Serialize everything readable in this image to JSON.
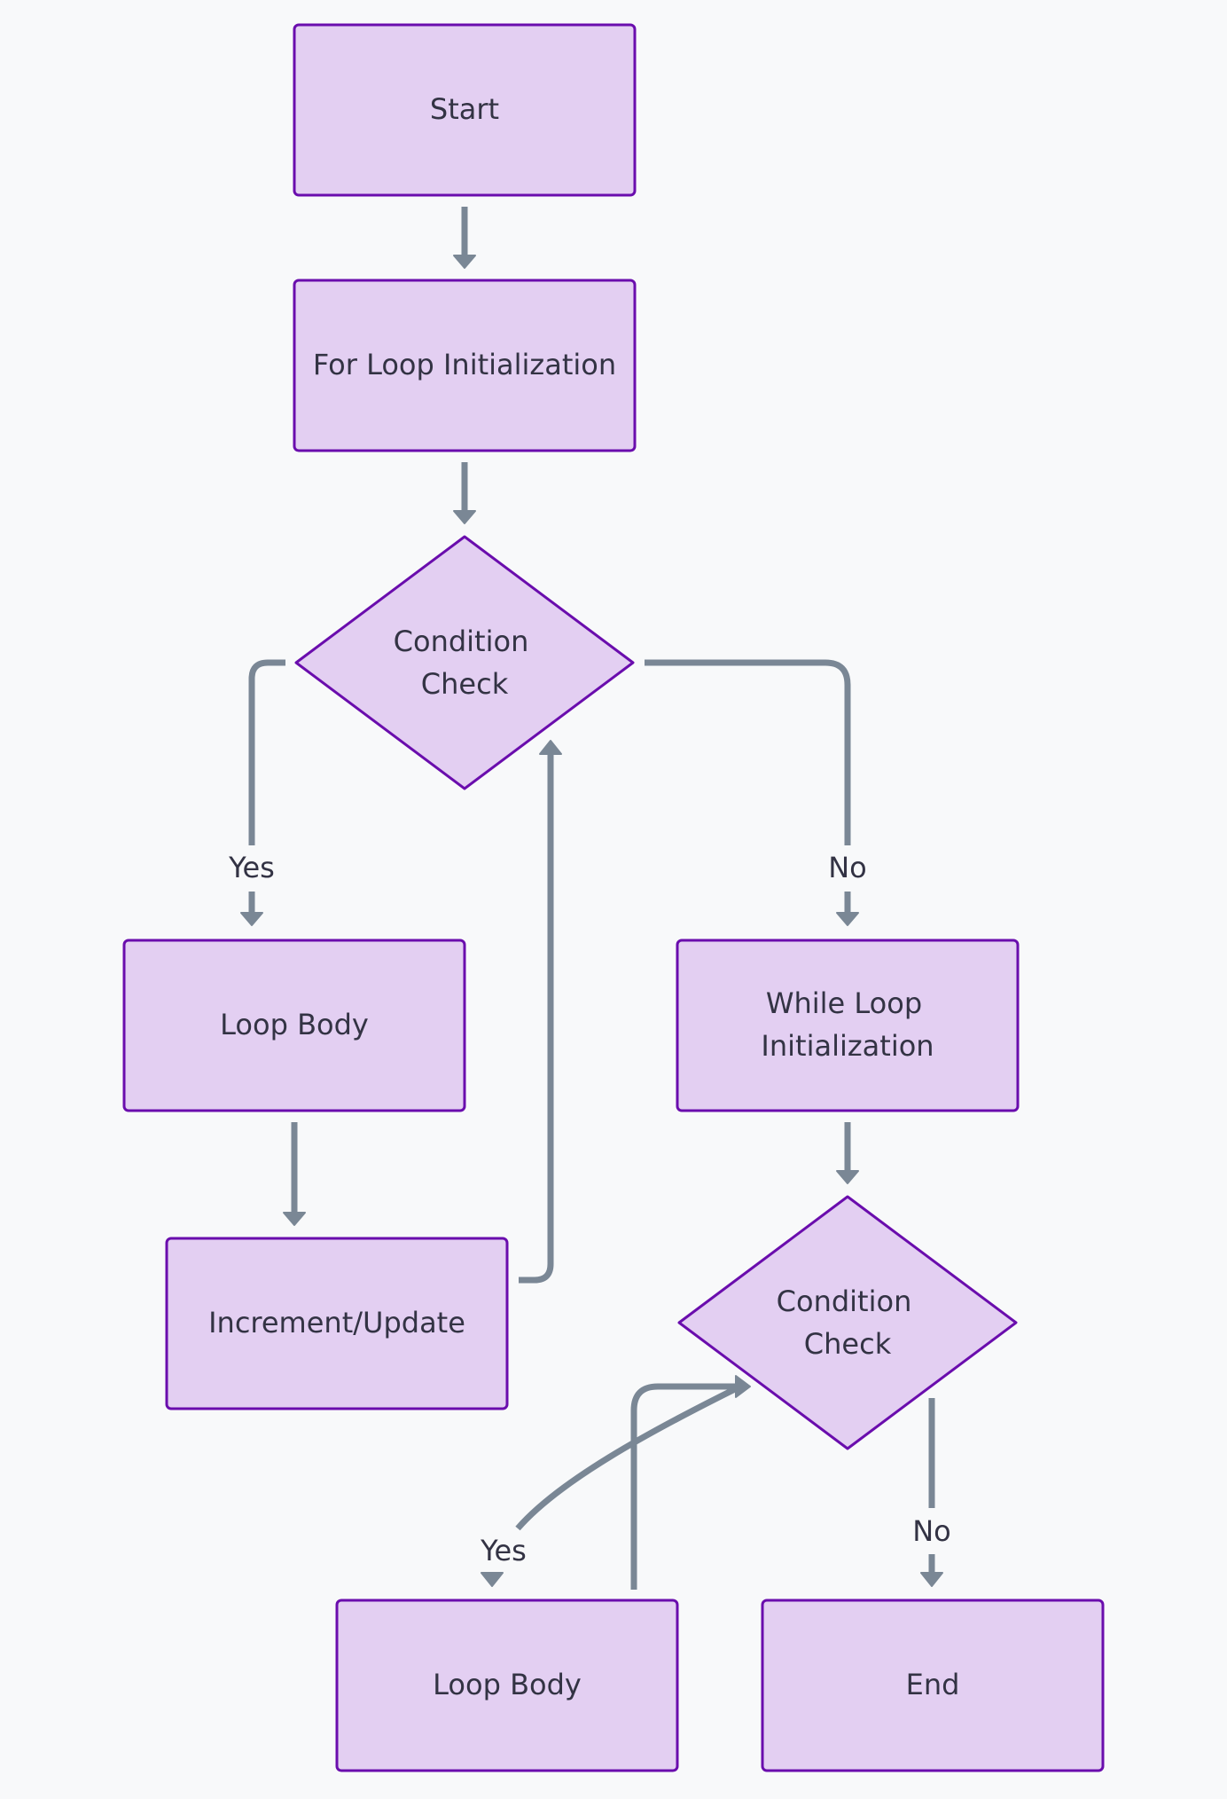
{
  "diagram": {
    "nodes": {
      "start": {
        "lines": [
          "Start"
        ]
      },
      "for_init": {
        "lines": [
          "For Loop Initialization"
        ]
      },
      "cond1": {
        "lines": [
          "Condition",
          "Check"
        ]
      },
      "body1": {
        "lines": [
          "Loop Body"
        ]
      },
      "increment": {
        "lines": [
          "Increment/Update"
        ]
      },
      "while_init": {
        "lines": [
          "While Loop",
          "Initialization"
        ]
      },
      "cond2": {
        "lines": [
          "Condition",
          "Check"
        ]
      },
      "body2": {
        "lines": [
          "Loop Body"
        ]
      },
      "end": {
        "lines": [
          "End"
        ]
      }
    },
    "edge_labels": {
      "cond1_yes": "Yes",
      "cond1_no": "No",
      "cond2_yes": "Yes",
      "cond2_no": "No"
    }
  },
  "colors": {
    "background": "#f8f9fa",
    "node_fill": "#e3cff2",
    "node_stroke": "#6a0dad",
    "edge": "#7a8795",
    "text": "#333344"
  }
}
